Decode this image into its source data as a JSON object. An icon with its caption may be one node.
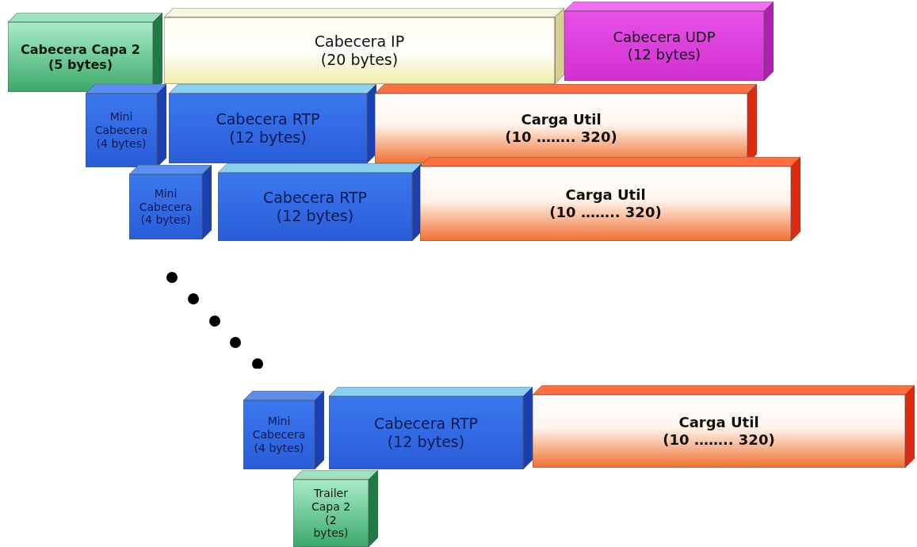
{
  "diagram": {
    "nodes": [
      {
        "text": [
          "Cabecera Capa 2",
          "(5 bytes)"
        ]
      },
      {
        "text": [
          "Cabecera IP",
          "(20 bytes)"
        ]
      },
      {
        "text": [
          "Cabecera UDP",
          "(12 bytes)"
        ]
      },
      {
        "text": [
          "Mini Cabecera (4 bytes)"
        ]
      },
      {
        "text": [
          "Cabecera RTP",
          "(12 bytes)"
        ]
      },
      {
        "text": [
          "Carga Util",
          "(10 …….. 320)"
        ]
      },
      {
        "text": [
          "Mini Cabecera (4 bytes)"
        ]
      },
      {
        "text": [
          "Cabecera RTP",
          "(12 bytes)"
        ]
      },
      {
        "text": [
          "Carga Util",
          "(10 …….. 320)"
        ]
      },
      {
        "text": [
          "Mini Cabecera (4 bytes)"
        ]
      },
      {
        "text": [
          "Cabecera RTP",
          "(12 bytes)"
        ]
      },
      {
        "text": [
          "Carga Util",
          "(10 …….. 320)"
        ]
      },
      {
        "text": [
          "Trailer Capa 2 (2 bytes)"
        ]
      }
    ],
    "edges": []
  }
}
